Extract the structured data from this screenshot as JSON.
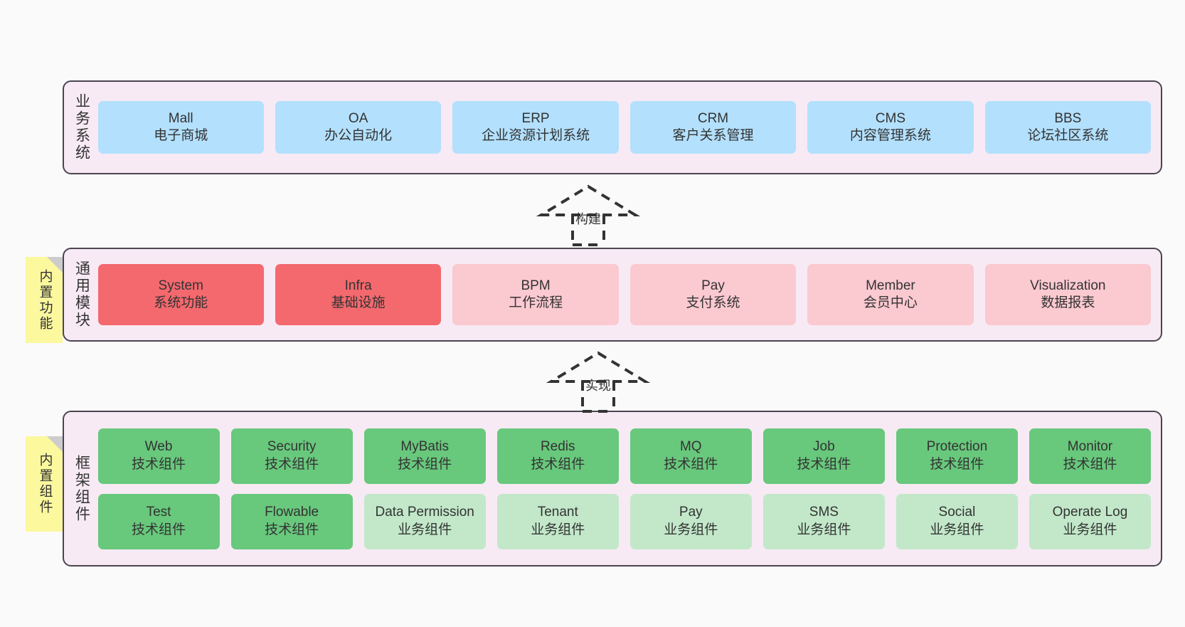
{
  "diagram": {
    "title": "",
    "background": "#fafafa",
    "colors": {
      "band_fill": "#f7eaf4",
      "band_border": "#4c4451",
      "business": "#b3e0fd",
      "module_core": "#f4696e",
      "module_other": "#fbc9d0",
      "tech_component": "#68c87c",
      "biz_component": "#c2e8c9",
      "note": "#fbf89e",
      "note_fold": "#cccccc",
      "text": "#333333"
    }
  },
  "layers": {
    "business": {
      "title": "业务系统",
      "items": [
        {
          "en": "Mall",
          "cn": "电子商城"
        },
        {
          "en": "OA",
          "cn": "办公自动化"
        },
        {
          "en": "ERP",
          "cn": "企业资源计划系统"
        },
        {
          "en": "CRM",
          "cn": "客户关系管理"
        },
        {
          "en": "CMS",
          "cn": "内容管理系统"
        },
        {
          "en": "BBS",
          "cn": "论坛社区系统"
        }
      ]
    },
    "modules": {
      "title": "通用模块",
      "note": "内置功能",
      "items": [
        {
          "en": "System",
          "cn": "系统功能",
          "style": "core"
        },
        {
          "en": "Infra",
          "cn": "基础设施",
          "style": "core"
        },
        {
          "en": "BPM",
          "cn": "工作流程",
          "style": "other"
        },
        {
          "en": "Pay",
          "cn": "支付系统",
          "style": "other"
        },
        {
          "en": "Member",
          "cn": "会员中心",
          "style": "other"
        },
        {
          "en": "Visualization",
          "cn": "数据报表",
          "style": "other"
        }
      ]
    },
    "framework": {
      "title": "框架组件",
      "note": "内置组件",
      "row1": [
        {
          "en": "Web",
          "cn": "技术组件",
          "style": "tech"
        },
        {
          "en": "Security",
          "cn": "技术组件",
          "style": "tech"
        },
        {
          "en": "MyBatis",
          "cn": "技术组件",
          "style": "tech"
        },
        {
          "en": "Redis",
          "cn": "技术组件",
          "style": "tech"
        },
        {
          "en": "MQ",
          "cn": "技术组件",
          "style": "tech"
        },
        {
          "en": "Job",
          "cn": "技术组件",
          "style": "tech"
        },
        {
          "en": "Protection",
          "cn": "技术组件",
          "style": "tech"
        },
        {
          "en": "Monitor",
          "cn": "技术组件",
          "style": "tech"
        }
      ],
      "row2": [
        {
          "en": "Test",
          "cn": "技术组件",
          "style": "tech"
        },
        {
          "en": "Flowable",
          "cn": "技术组件",
          "style": "tech"
        },
        {
          "en": "Data Permission",
          "cn": "业务组件",
          "style": "biz"
        },
        {
          "en": "Tenant",
          "cn": "业务组件",
          "style": "biz"
        },
        {
          "en": "Pay",
          "cn": "业务组件",
          "style": "biz"
        },
        {
          "en": "SMS",
          "cn": "业务组件",
          "style": "biz"
        },
        {
          "en": "Social",
          "cn": "业务组件",
          "style": "biz"
        },
        {
          "en": "Operate Log",
          "cn": "业务组件",
          "style": "biz"
        }
      ]
    }
  },
  "connectors": [
    {
      "label": "构建",
      "direction": "up",
      "from": "modules",
      "to": "business"
    },
    {
      "label": "实现",
      "direction": "up",
      "from": "framework",
      "to": "modules"
    }
  ]
}
